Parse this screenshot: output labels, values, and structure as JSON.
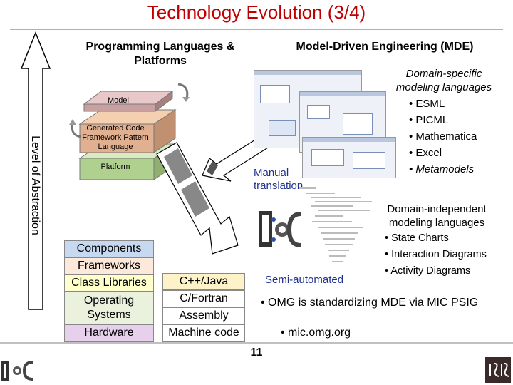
{
  "slide": {
    "title": "Technology Evolution (3/4)",
    "page_number": "11"
  },
  "left_panel": {
    "heading": "Programming Languages & Platforms",
    "axis_label": "Level of Abstraction",
    "layers": {
      "model": "Model",
      "generated": "Generated Code Framework Pattern Language",
      "platform": "Platform"
    },
    "stack": [
      "Components",
      "Frameworks",
      "Class Libraries",
      "Operating Systems",
      "Hardware"
    ],
    "languages": [
      "C++/Java",
      "C/Fortran",
      "Assembly",
      "Machine code"
    ]
  },
  "right_panel": {
    "heading": "Model-Driven Engineering (MDE)",
    "manual_translation": "Manual translation",
    "semi_automated": "Semi-automated",
    "domain_specific": {
      "title": "Domain-specific modeling languages",
      "items": [
        "ESML",
        "PICML",
        "Mathematica",
        "Excel",
        "Metamodels"
      ]
    },
    "domain_independent": {
      "title": "Domain-independent modeling languages",
      "items": [
        "State Charts",
        "Interaction Diagrams",
        "Activity Diagrams"
      ]
    },
    "omg": {
      "line": "OMG is standardizing MDE via MIC PSIG",
      "sub": "mic.omg.org"
    }
  },
  "colors": {
    "title": "#c00000",
    "annotation": "#1f2f8f",
    "layer_top": "#c8a0a0",
    "layer_middle": "#e0b090",
    "layer_bottom": "#b0d090"
  },
  "icons": [
    "abstraction-arrow-icon",
    "translation-arrow-icon",
    "cycle-arrow-icon",
    "doc-logo-icon",
    "isis-logo-icon"
  ]
}
